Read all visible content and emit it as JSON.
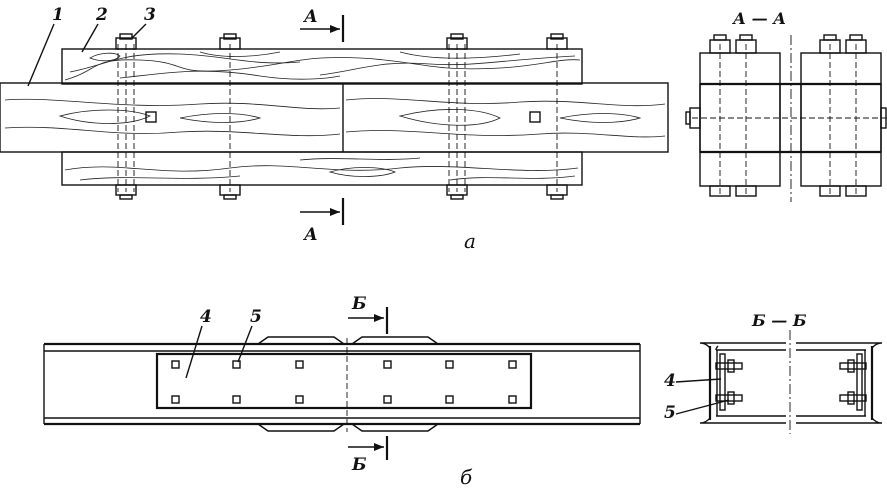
{
  "figure_a": {
    "caption": "а",
    "section_label": "А — А",
    "cut_letter_top": "А",
    "cut_letter_bottom": "А",
    "callouts": {
      "c1": "1",
      "c2": "2",
      "c3": "3"
    }
  },
  "figure_b": {
    "caption": "б",
    "section_label": "Б — Б",
    "cut_letter_top": "Б",
    "cut_letter_bottom": "Б",
    "callouts": {
      "c4": "4",
      "c5": "5",
      "c4_section": "4",
      "c5_section": "5"
    }
  }
}
